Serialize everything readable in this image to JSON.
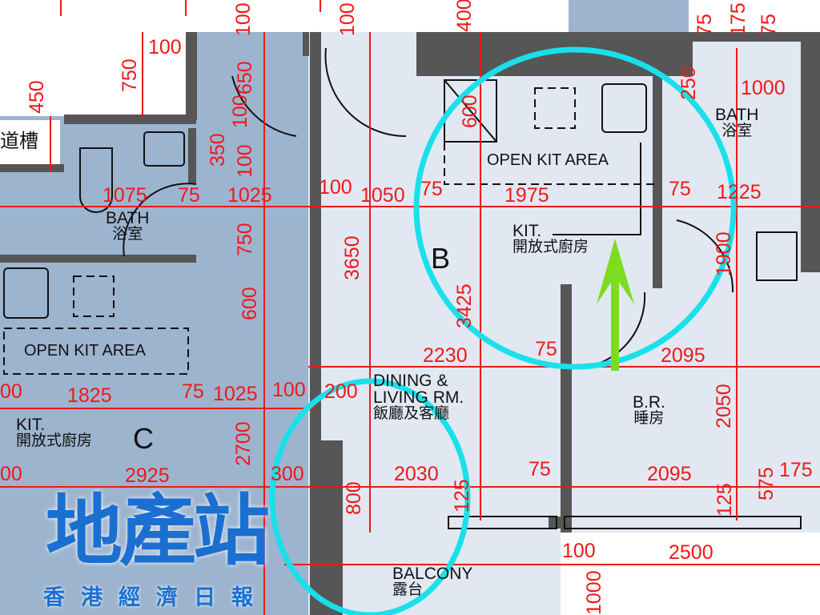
{
  "colors": {
    "dim": "#f01818",
    "wall": "#565656",
    "unitC": "#9db4cf",
    "unitB": "#e1e8f2",
    "highlight": "#19e0ea",
    "arrow": "#7ddc1f"
  },
  "rooms": {
    "duct": "道槽",
    "bathC": {
      "en": "BATH",
      "zh": "浴室"
    },
    "openKitC": "OPEN KIT AREA",
    "kitC": {
      "en": "KIT.",
      "zh": "開放式廚房"
    },
    "unitC": "C",
    "unitB": "B",
    "openKitB": "OPEN KIT AREA",
    "kitB": {
      "en": "KIT.",
      "zh": "開放式廚房"
    },
    "bathB": {
      "en": "BATH",
      "zh": "浴室"
    },
    "dining": {
      "en1": "DINING &",
      "en2": "LIVING RM.",
      "zh": "飯廳及客廳"
    },
    "bedroom": {
      "en": "B.R.",
      "zh": "睡房"
    },
    "balcony": {
      "en": "BALCONY",
      "zh": "露台"
    }
  },
  "dims": [
    "100",
    "1075",
    "75",
    "1025",
    "100",
    "1050",
    "75",
    "1975",
    "75",
    "1225",
    "2230",
    "75",
    "2095",
    "00",
    "1825",
    "75",
    "1025",
    "100",
    "200",
    "2030",
    "75",
    "2095",
    "175",
    "300",
    "2925",
    "100",
    "2500",
    "00",
    "1000",
    "750",
    "450",
    "100",
    "650",
    "100",
    "350",
    "100",
    "750",
    "600",
    "100",
    "3650",
    "400",
    "600",
    "3425",
    "2700",
    "800",
    "125",
    "2050",
    "1900",
    "125",
    "575",
    "1000",
    "250",
    "75",
    "175",
    "75"
  ],
  "watermark": {
    "main": "地產站",
    "sub": "香港經濟日報"
  }
}
